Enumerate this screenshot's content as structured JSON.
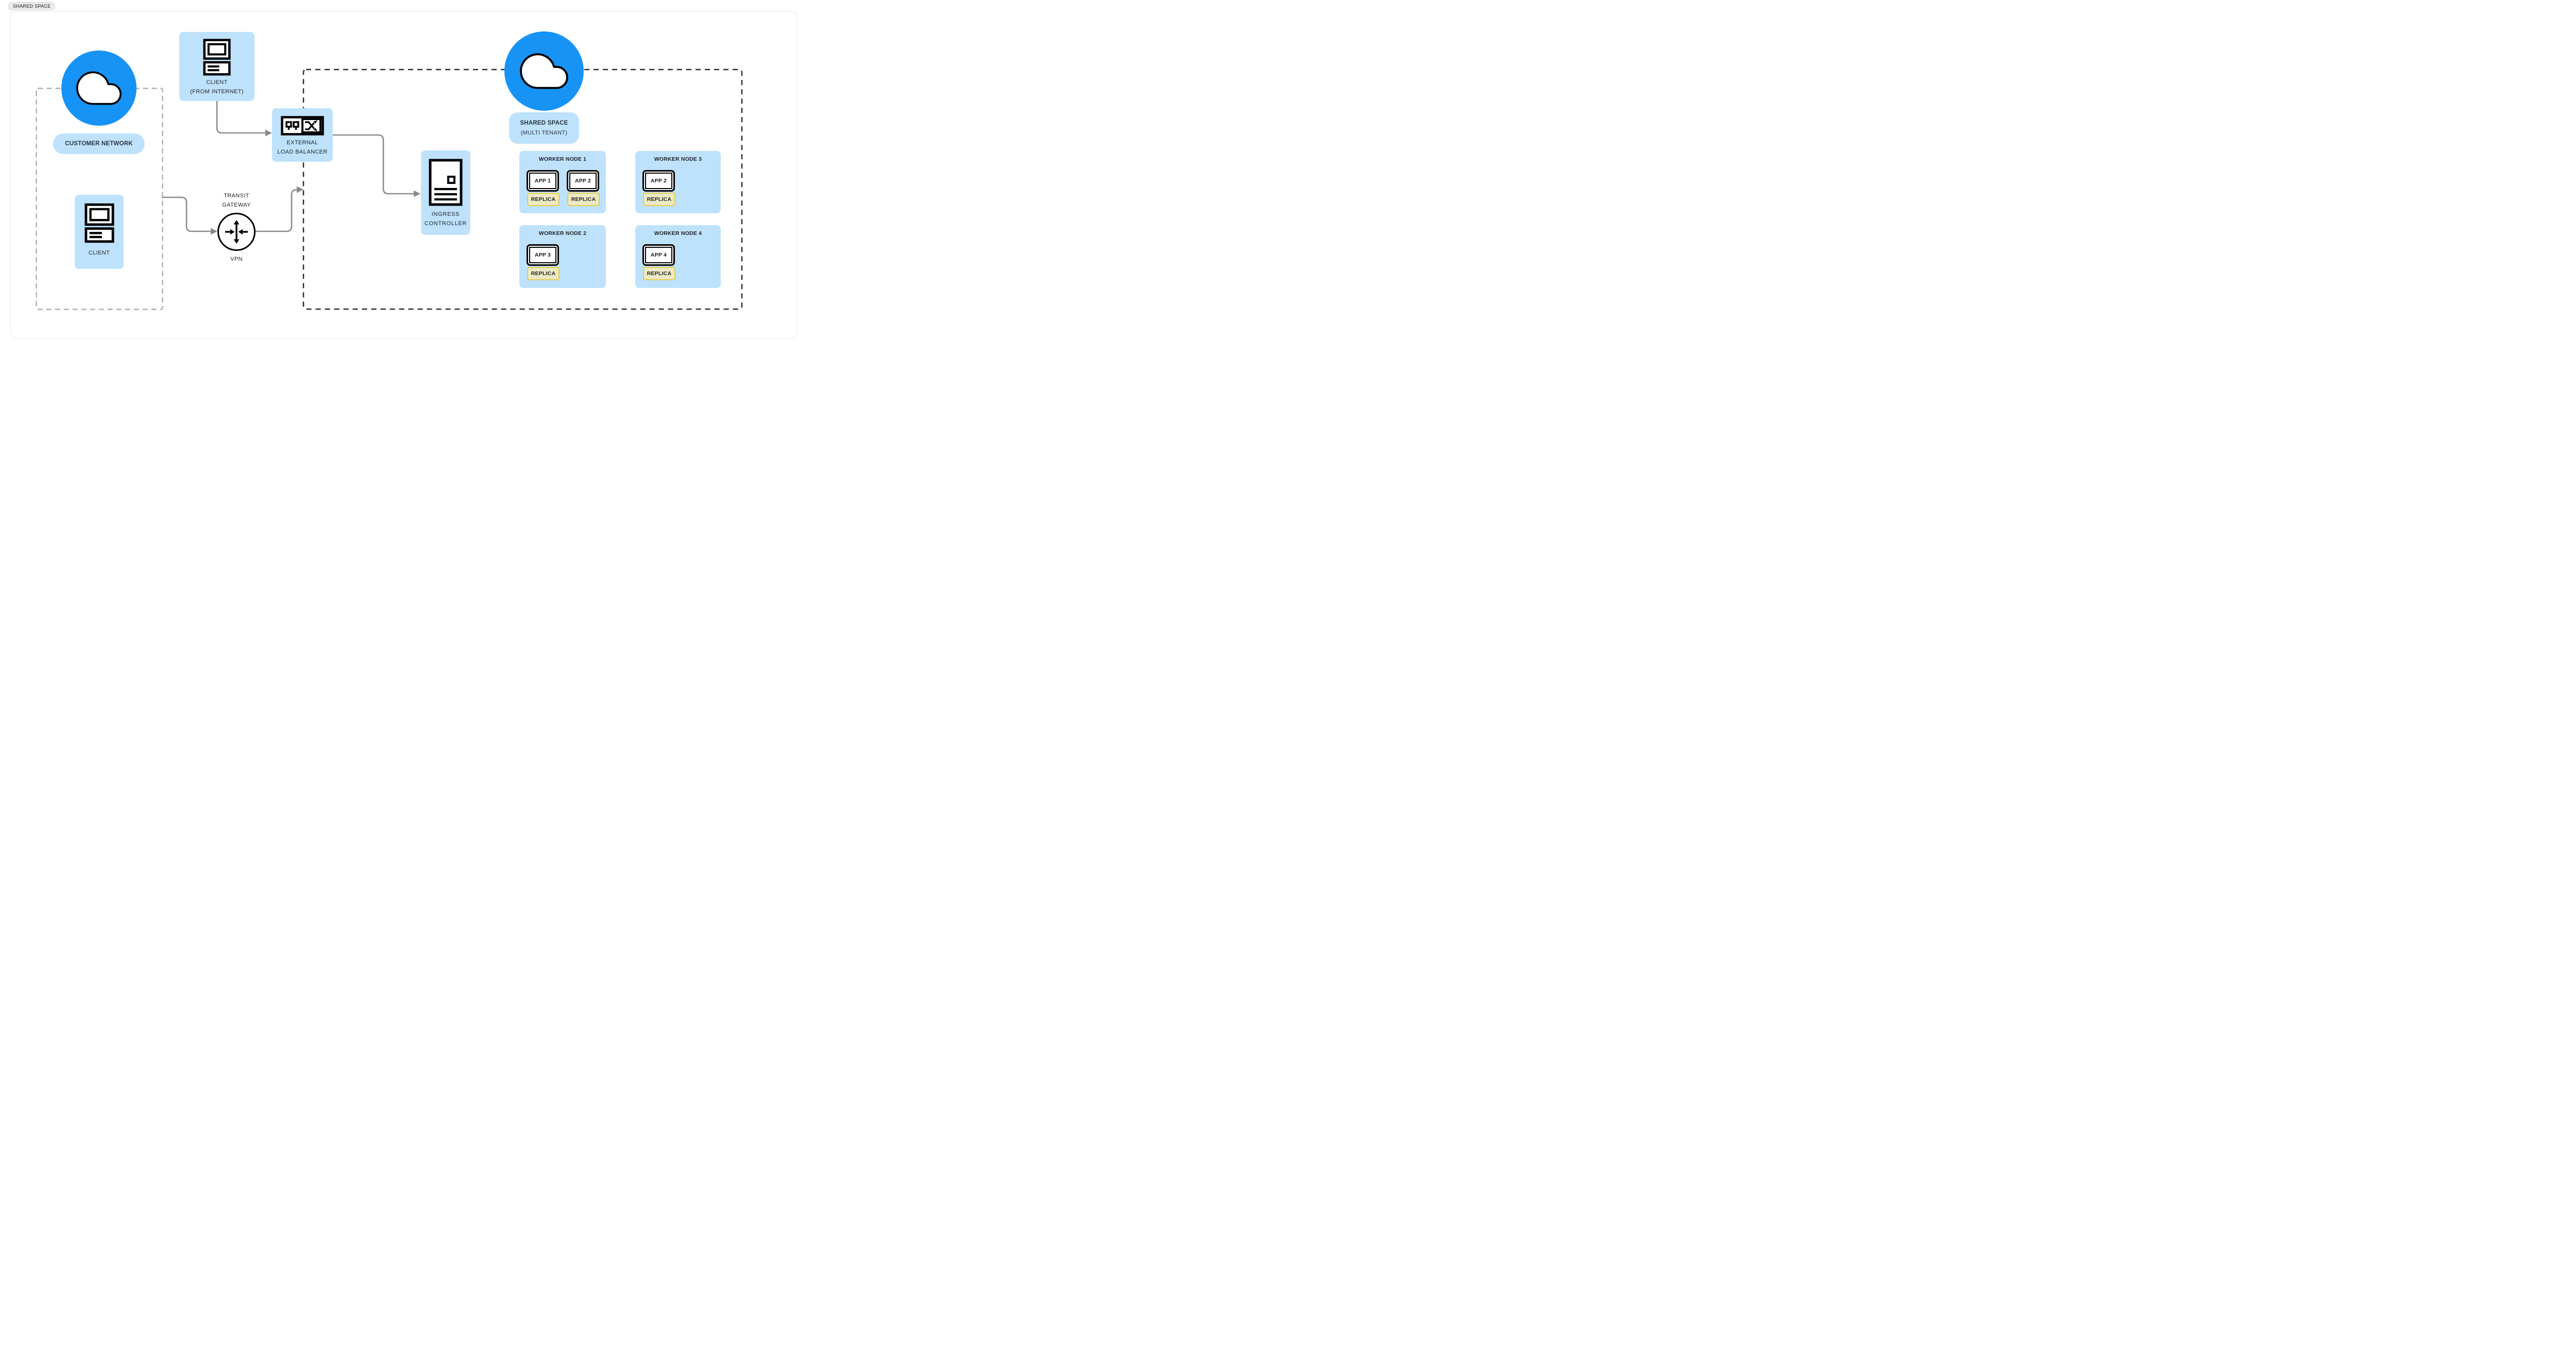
{
  "page": {
    "tag": "SHARED SPACE"
  },
  "colors": {
    "accent_blue": "#1793f5",
    "light_blue": "#bee2fc",
    "replica_bg": "#ece9c5",
    "replica_border": "#e4cc4d",
    "wire_gray": "#8a8a8a",
    "dash_dark": "#2a2a2a",
    "dash_gray": "#a6a6a6",
    "tag_bg": "#ebebeb"
  },
  "icons": {
    "customer_cloud": "cloud-icon",
    "shared_cloud": "cloud-icon",
    "client": "desktop-computer-icon",
    "client_internet": "desktop-computer-icon",
    "load_balancer": "load-balancer-icon",
    "transit_gateway": "router-icon",
    "ingress": "server-icon"
  },
  "customer_network": {
    "label": "CUSTOMER NETWORK",
    "client": {
      "label": "CLIENT"
    }
  },
  "client_internet": {
    "line1": "CLIENT",
    "line2": "(FROM INTERNET)"
  },
  "load_balancer": {
    "line1": "EXTERNAL",
    "line2": "LOAD BALANCER"
  },
  "transit_gateway": {
    "line1": "TRANSIT",
    "line2": "GATEWAY",
    "sub_label": "VPN"
  },
  "ingress_controller": {
    "line1": "INGRESS",
    "line2": "CONTROLLER"
  },
  "shared_space": {
    "line1": "SHARED SPACE",
    "line2": "(MULTI TENANT)"
  },
  "workers": [
    {
      "title": "WORKER NODE 1",
      "apps": [
        {
          "label": "APP 1",
          "replica": "REPLICA"
        },
        {
          "label": "APP 2",
          "replica": "REPLICA"
        }
      ]
    },
    {
      "title": "WORKER NODE 3",
      "apps": [
        {
          "label": "APP 2",
          "replica": "REPLICA"
        }
      ]
    },
    {
      "title": "WORKER NODE 2",
      "apps": [
        {
          "label": "APP 3",
          "replica": "REPLICA"
        }
      ]
    },
    {
      "title": "WORKER NODE 4",
      "apps": [
        {
          "label": "APP 4",
          "replica": "REPLICA"
        }
      ]
    }
  ]
}
